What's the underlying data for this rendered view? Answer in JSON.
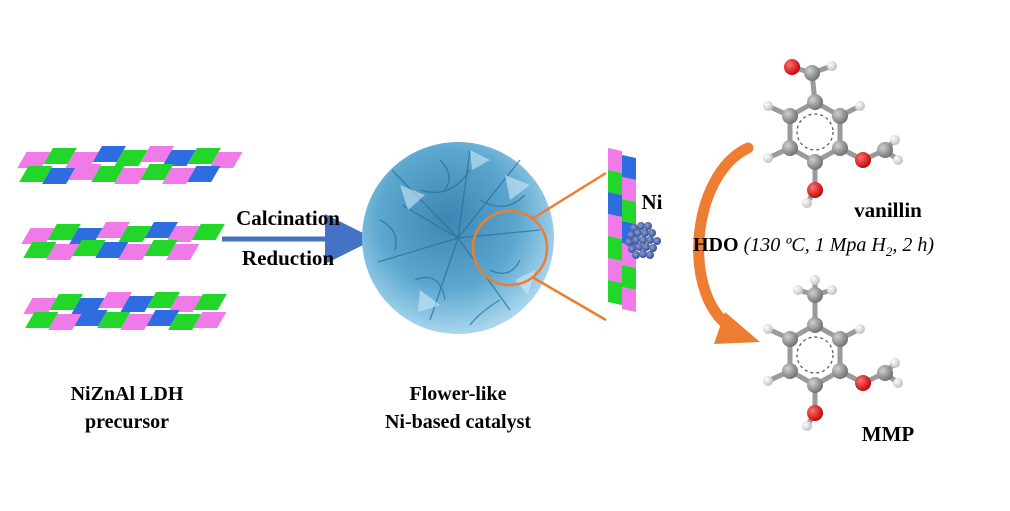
{
  "precursor": {
    "line1": "NiZnAl LDH",
    "line2": "precursor"
  },
  "steps": {
    "step1": "Calcination",
    "step2": "Reduction"
  },
  "catalyst": {
    "line1": "Flower-like",
    "line2": "Ni-based catalyst"
  },
  "particle_label": "Ni",
  "reaction": {
    "name": "HDO",
    "conditions": "(130 ºC, 1 Mpa H",
    "h2_subscript": "2",
    "conditions_tail": ", 2 h)"
  },
  "reactant": "vanillin",
  "product": "MMP",
  "colors": {
    "magenta": "#f07ae8",
    "green": "#23d62a",
    "blue": "#2d6de0",
    "flower": "#5ba7cf",
    "arrow_blue": "#4472c4",
    "arrow_orange": "#ed7d31",
    "oxygen": "#e01010",
    "carbon": "#8a8a8a"
  }
}
